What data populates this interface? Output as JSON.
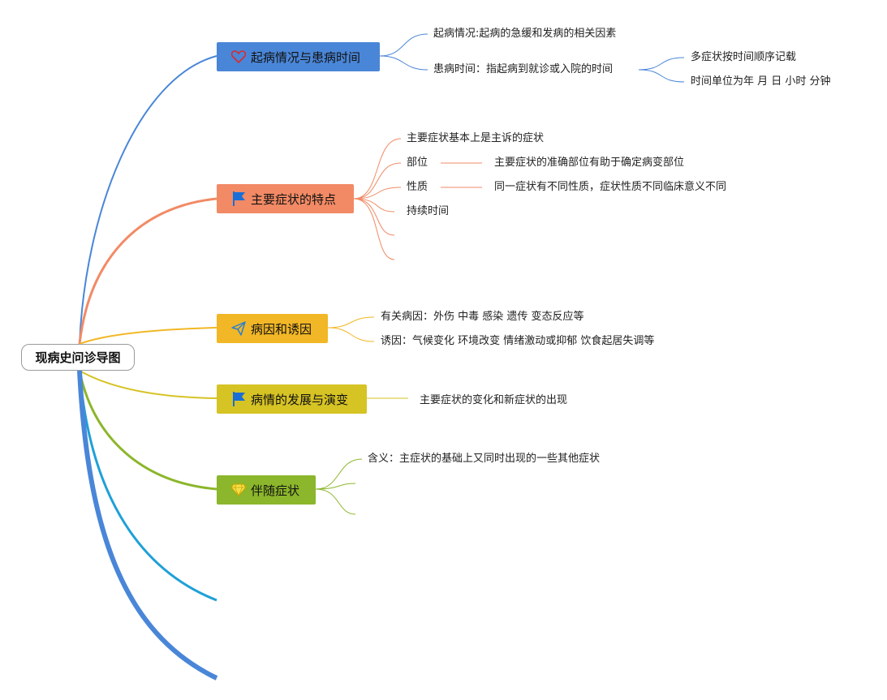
{
  "root": {
    "label": "现病史问诊导图"
  },
  "branches": [
    {
      "label": "起病情况与患病时间",
      "color": "#4a86d8",
      "icon": "heart-outline-icon",
      "children": [
        {
          "label": "起病情况:起病的急缓和发病的相关因素"
        },
        {
          "label": "患病时间：指起病到就诊或入院的时间",
          "children": [
            {
              "label": "多症状按时间顺序记载"
            },
            {
              "label": "时间单位为年 月 日 小时 分钟"
            }
          ]
        }
      ]
    },
    {
      "label": "主要症状的特点",
      "color": "#f28a65",
      "icon": "blue-flag-icon",
      "children": [
        {
          "label": "主要症状基本上是主诉的症状"
        },
        {
          "label": "部位",
          "detail": "主要症状的准确部位有助于确定病变部位"
        },
        {
          "label": "性质",
          "detail": "同一症状有不同性质，症状性质不同临床意义不同"
        },
        {
          "label": "持续时间"
        },
        {
          "label": ""
        },
        {
          "label": ""
        }
      ]
    },
    {
      "label": "病因和诱因",
      "color": "#f2b726",
      "icon": "paper-plane-icon",
      "children": [
        {
          "label": "有关病因：外伤 中毒 感染 遗传 变态反应等"
        },
        {
          "label": "诱因：气候变化 环境改变 情绪激动或抑郁 饮食起居失调等"
        }
      ]
    },
    {
      "label": "病情的发展与演变",
      "color": "#d6c324",
      "icon": "blue-flag-icon",
      "children": [
        {
          "label": "主要症状的变化和新症状的出现"
        }
      ]
    },
    {
      "label": "伴随症状",
      "color": "#8cb62b",
      "icon": "diamond-icon",
      "children": [
        {
          "label": "含义：主症状的基础上又同时出现的一些其他症状"
        },
        {
          "label": ""
        },
        {
          "label": ""
        }
      ]
    }
  ]
}
